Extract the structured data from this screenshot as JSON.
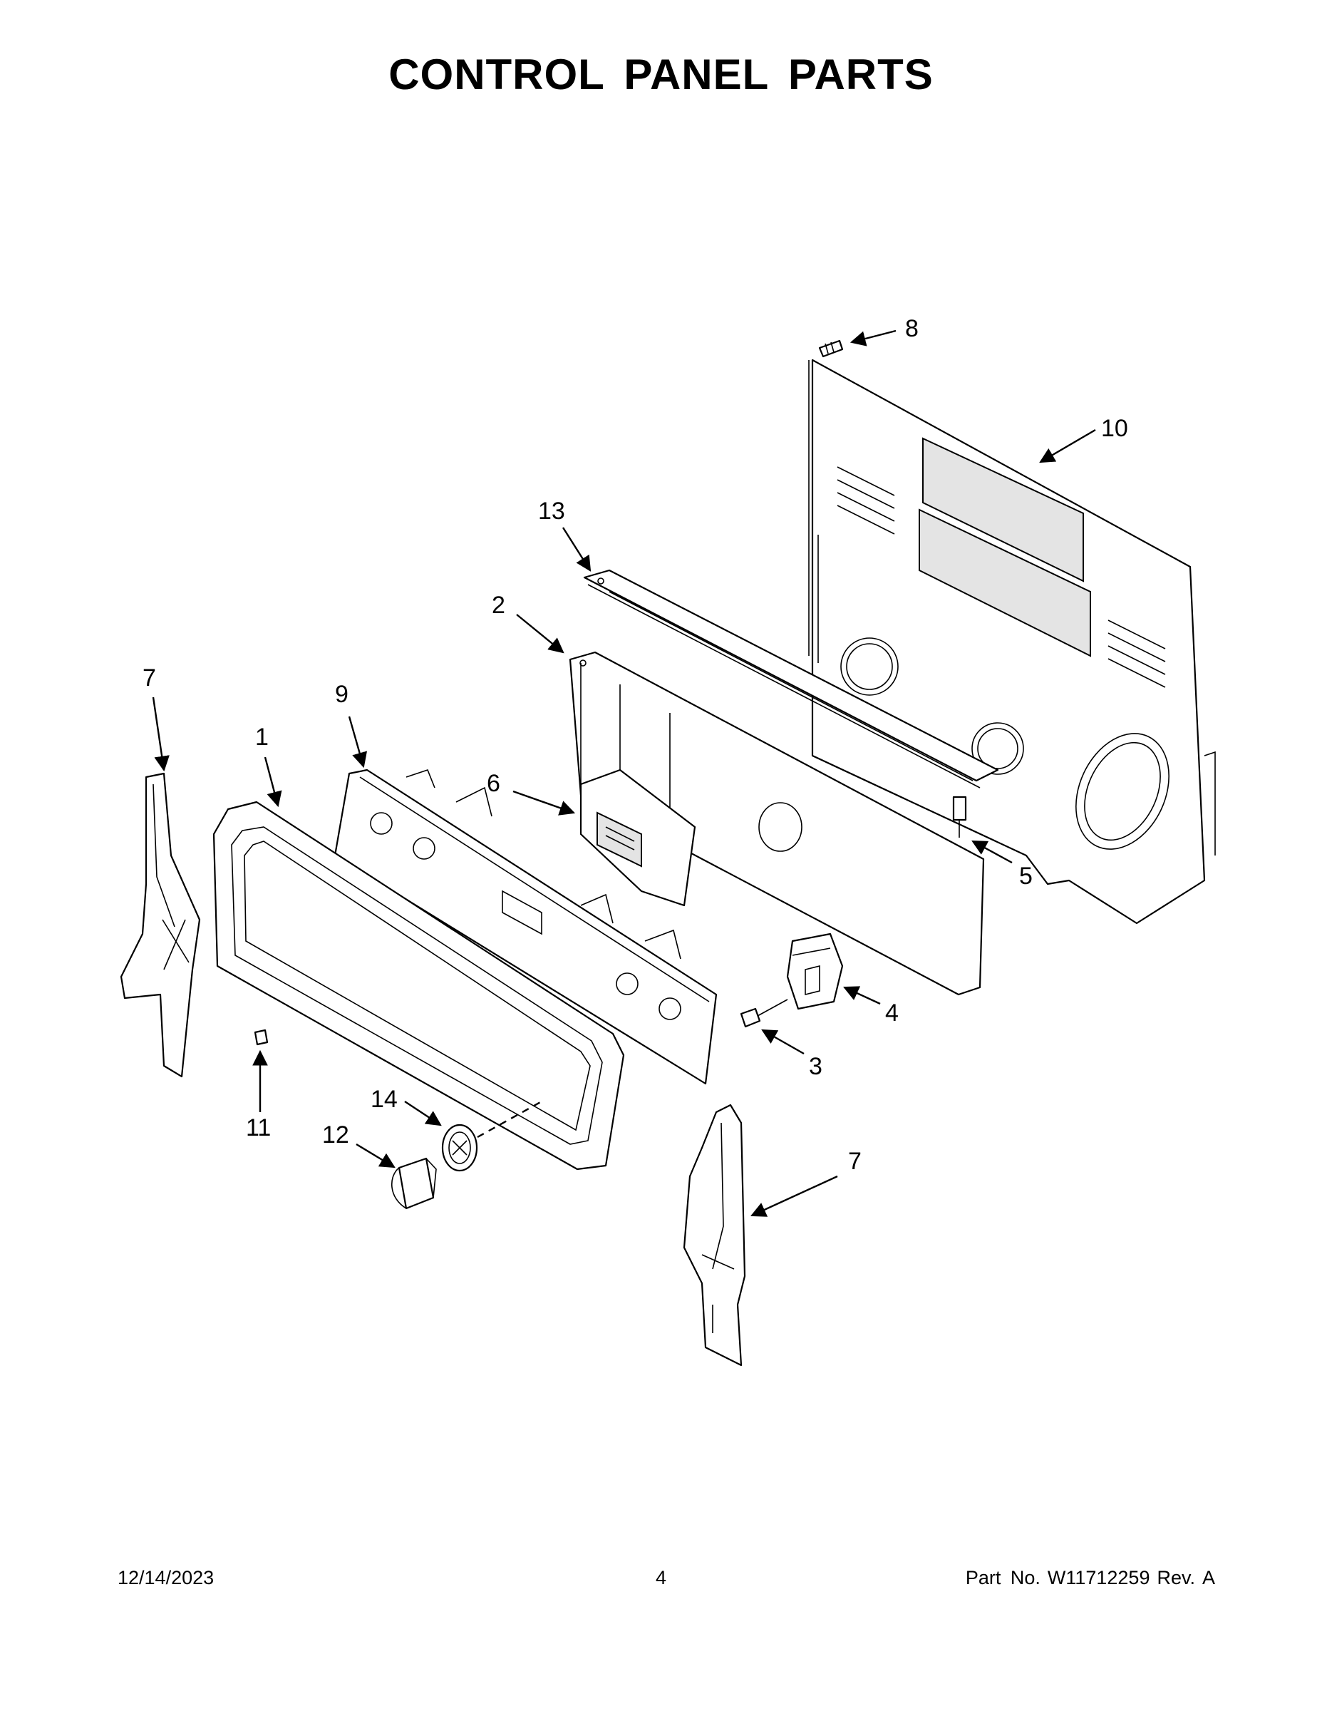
{
  "page": {
    "title": "CONTROL PANEL PARTS"
  },
  "callouts": [
    {
      "id": "c8",
      "label": "8"
    },
    {
      "id": "c10",
      "label": "10"
    },
    {
      "id": "c13",
      "label": "13"
    },
    {
      "id": "c2",
      "label": "2"
    },
    {
      "id": "c7a",
      "label": "7"
    },
    {
      "id": "c9",
      "label": "9"
    },
    {
      "id": "c1",
      "label": "1"
    },
    {
      "id": "c6",
      "label": "6"
    },
    {
      "id": "c5",
      "label": "5"
    },
    {
      "id": "c4",
      "label": "4"
    },
    {
      "id": "c3",
      "label": "3"
    },
    {
      "id": "c11",
      "label": "11"
    },
    {
      "id": "c14",
      "label": "14"
    },
    {
      "id": "c12",
      "label": "12"
    },
    {
      "id": "c7b",
      "label": "7"
    }
  ],
  "footer": {
    "date": "12/14/2023",
    "page_number": "4",
    "part_no_label": "Part No.",
    "part_no": "W11712259",
    "rev_label": "Rev.",
    "rev": "A"
  }
}
